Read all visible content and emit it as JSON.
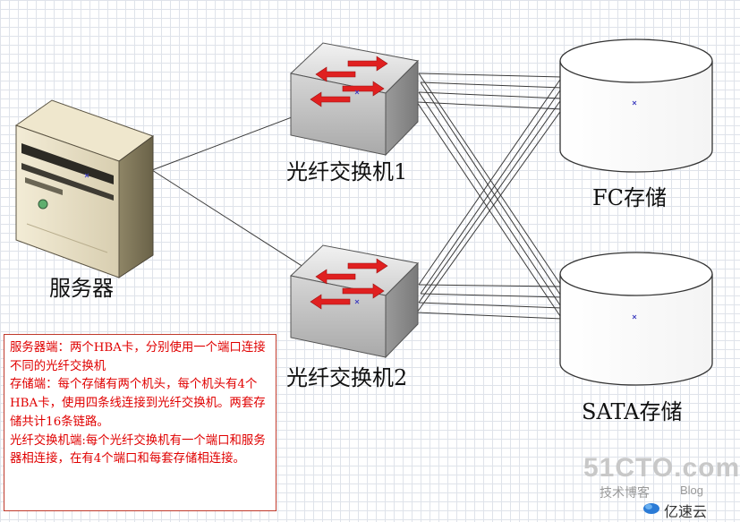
{
  "diagram": {
    "server_label": "服务器",
    "switch1_label": "光纤交换机1",
    "switch2_label": "光纤交换机2",
    "storage1_label": "FC存储",
    "storage2_label": "SATA存储"
  },
  "note": {
    "line1": "服务器端：两个HBA卡，分别使用一个端口连接不同的光纤交换机",
    "line2": "存储端：每个存储有两个机头，每个机头有4个HBA卡，使用四条线连接到光纤交换机。两套存储共计16条链路。",
    "line3": "光纤交换机端:每个光纤交换机有一个端口和服务器相连接，在有4个端口和每套存储相连接。"
  },
  "watermark": {
    "site": "51CTO.com",
    "sub": "技术博客",
    "blog": "Blog",
    "brand": "亿速云"
  },
  "colors": {
    "arrow_red": "#e02020",
    "note_red": "#e00000",
    "note_border": "#c0392b"
  }
}
